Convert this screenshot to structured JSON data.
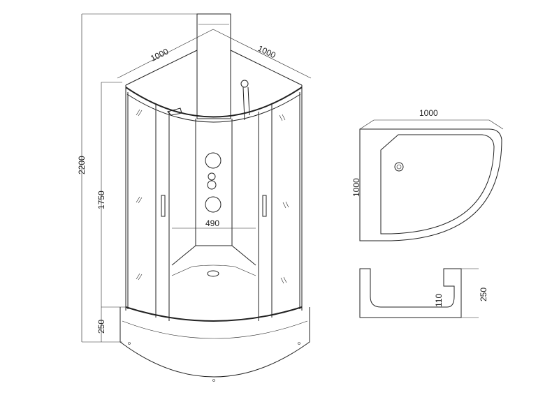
{
  "cabin": {
    "dims": {
      "width_left": "1000",
      "width_right": "1000",
      "total_height": "2200",
      "glass_height": "1750",
      "tray_height": "250",
      "column_width": "490"
    }
  },
  "tray_plan": {
    "width": "1000",
    "depth": "1000"
  },
  "tray_section": {
    "inner_depth": "110",
    "height": "250"
  }
}
